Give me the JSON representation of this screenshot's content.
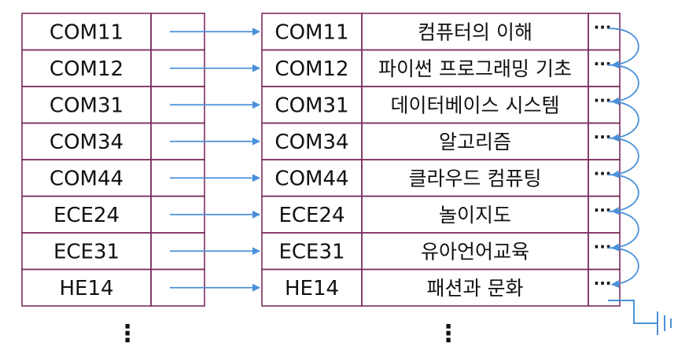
{
  "colors": {
    "table_border": "#7b2d5e",
    "arrow": "#4a90d9",
    "text": "#111111",
    "background": "#ffffff"
  },
  "index_table": {
    "keys": [
      "COM11",
      "COM12",
      "COM31",
      "COM34",
      "COM44",
      "ECE24",
      "ECE31",
      "HE14"
    ],
    "continuation": "⋮"
  },
  "data_table": {
    "rows": [
      {
        "key": "COM11",
        "name": "컴퓨터의 이해",
        "more": "···"
      },
      {
        "key": "COM12",
        "name": "파이썬 프로그래밍 기초",
        "more": "···"
      },
      {
        "key": "COM31",
        "name": "데이터베이스 시스템",
        "more": "···"
      },
      {
        "key": "COM34",
        "name": "알고리즘",
        "more": "···"
      },
      {
        "key": "COM44",
        "name": "클라우드 컴퓨팅",
        "more": "···"
      },
      {
        "key": "ECE24",
        "name": "놀이지도",
        "more": "···"
      },
      {
        "key": "ECE31",
        "name": "유아언어교육",
        "more": "···"
      },
      {
        "key": "HE14",
        "name": "패션과 문화",
        "more": "···"
      }
    ],
    "continuation": "⋮"
  },
  "icons": {
    "pointer": "arrow-right-icon",
    "chain_link": "curved-arrow-icon",
    "end_of_chain": "ground-null-icon"
  }
}
